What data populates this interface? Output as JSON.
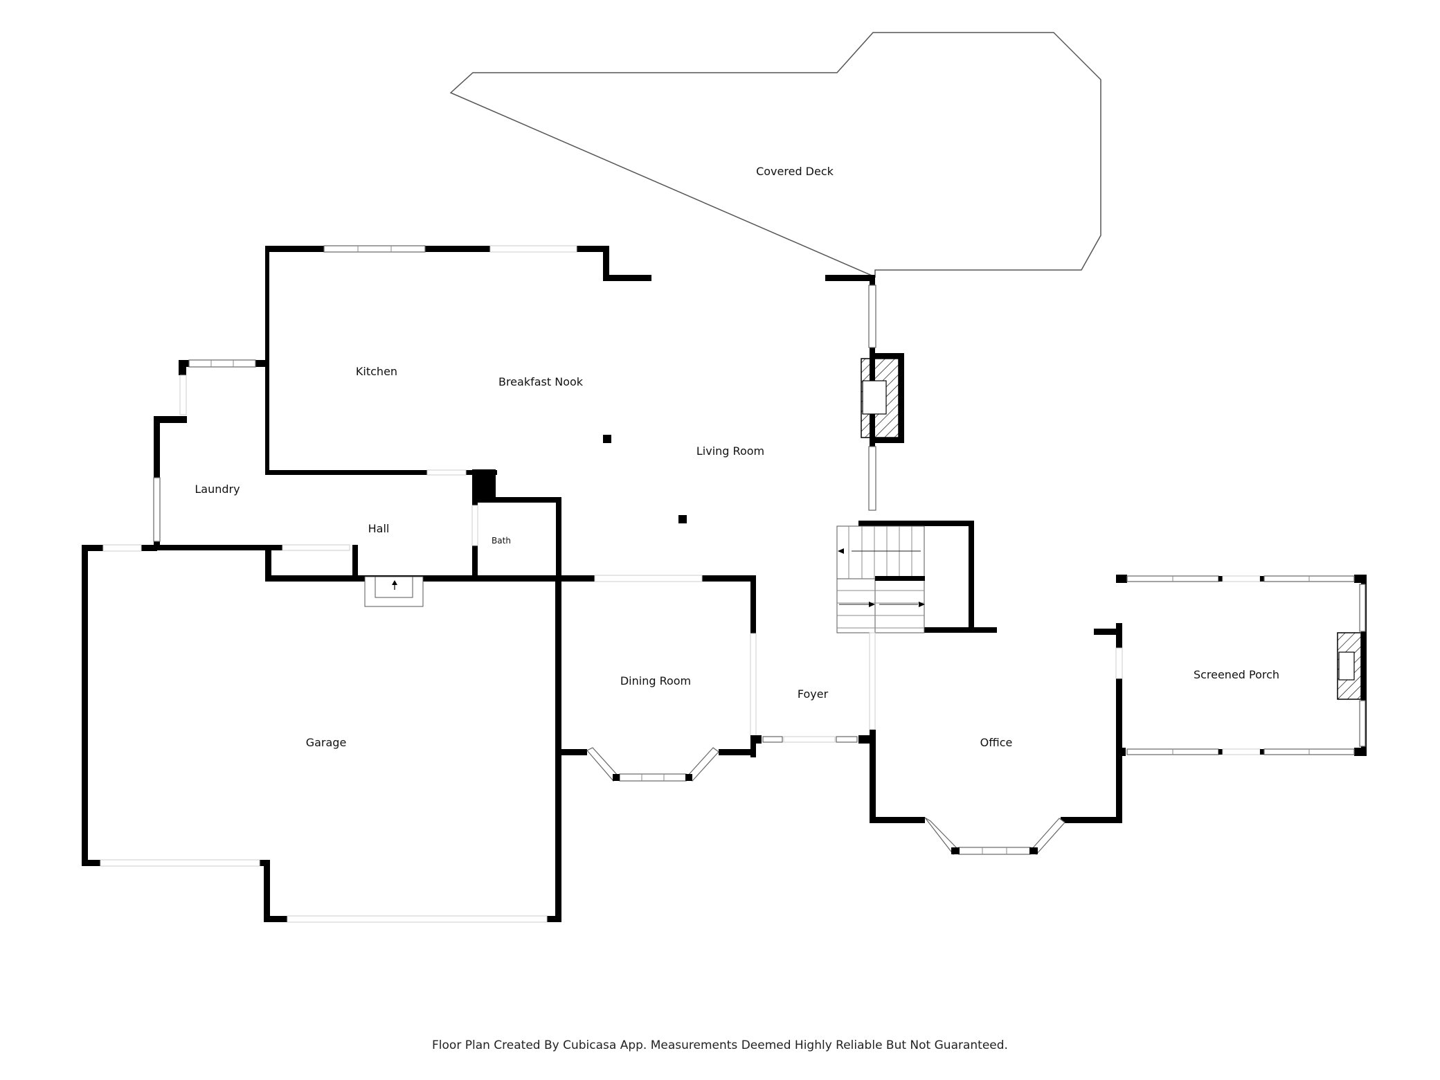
{
  "rooms": {
    "covered_deck": "Covered Deck",
    "kitchen": "Kitchen",
    "breakfast_nook": "Breakfast Nook",
    "living_room": "Living Room",
    "laundry": "Laundry",
    "hall": "Hall",
    "bath": "Bath",
    "garage": "Garage",
    "dining_room": "Dining Room",
    "foyer": "Foyer",
    "office": "Office",
    "screened_porch": "Screened Porch"
  },
  "footer": "Floor Plan Created By Cubicasa App. Measurements Deemed Highly Reliable But Not Guaranteed."
}
